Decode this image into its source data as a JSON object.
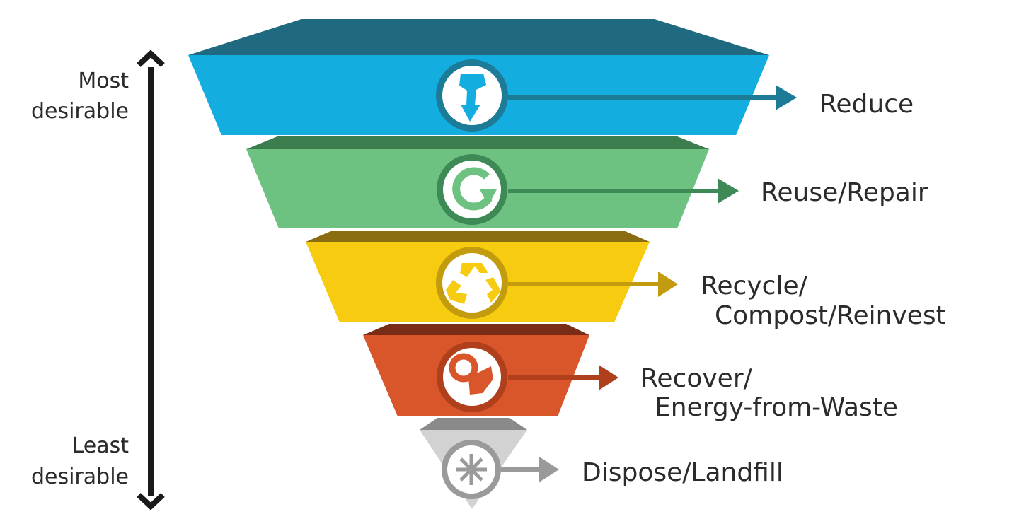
{
  "scale": {
    "top_label": [
      "Most",
      "desirable"
    ],
    "bottom_label": [
      "Least",
      "desirable"
    ]
  },
  "tiers": [
    {
      "label": [
        "Reduce"
      ],
      "icon": "hand-down-arrow-icon",
      "color": "#14ADE0",
      "top_color": "#1F6A80",
      "arrow_color": "#1C7C98"
    },
    {
      "label": [
        "Reuse/Repair"
      ],
      "icon": "circular-arrow-icon",
      "color": "#6DC281",
      "top_color": "#3B7D4C",
      "arrow_color": "#3E8A56"
    },
    {
      "label": [
        "Recycle/",
        "Compost/Reinvest"
      ],
      "icon": "recycle-icon",
      "color": "#F7CB0F",
      "top_color": "#8A6D10",
      "arrow_color": "#C29C0E"
    },
    {
      "label": [
        "Recover/",
        "Energy-from-Waste"
      ],
      "icon": "energy-recovery-icon",
      "color": "#D9552A",
      "top_color": "#7A2D16",
      "arrow_color": "#B0401C"
    },
    {
      "label": [
        "Dispose/Landfill"
      ],
      "icon": "landfill-burst-icon",
      "color": "#D2D2D2",
      "top_color": "#8A8A8A",
      "arrow_color": "#9A9A9A"
    }
  ]
}
